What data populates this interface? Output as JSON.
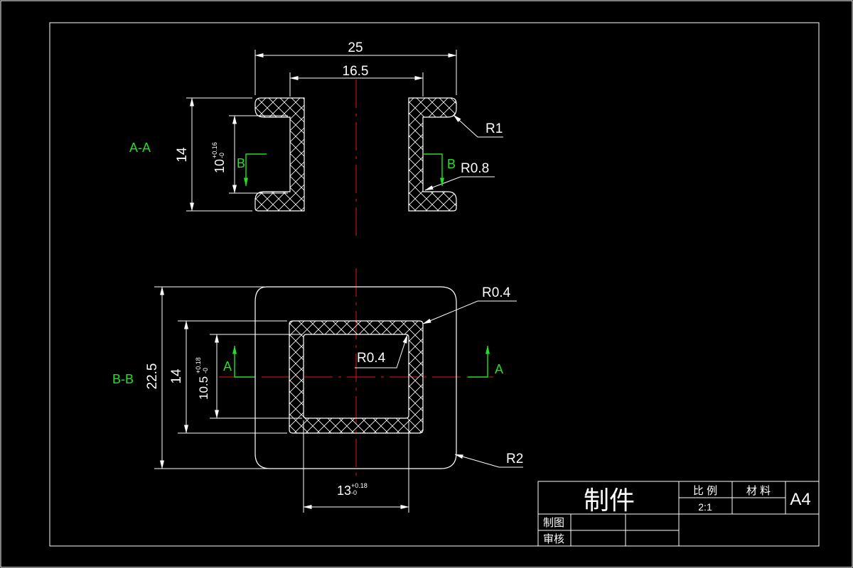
{
  "colors": {
    "background": "#000000",
    "lines": "#ffffff",
    "centerline": "#e01818",
    "section_label": "#22e022"
  },
  "view_aa": {
    "label": "A-A",
    "dim_width_outer": "25",
    "dim_width_inner": "16.5",
    "dim_height": "14",
    "dim_slot": "10",
    "dim_slot_tol_upper": "+0.16",
    "dim_slot_tol_lower": "-0",
    "radius_outer": "R1",
    "radius_slot": "R0.8",
    "cut_mark": "B"
  },
  "view_bb": {
    "label": "B-B",
    "dim_height_outer": "22.5",
    "dim_height_mid": "14",
    "dim_inner": "10.5",
    "dim_inner_tol_upper": "+0.18",
    "dim_inner_tol_lower": "-0",
    "dim_width": "13",
    "dim_width_tol_upper": "+0.18",
    "dim_width_tol_lower": "-0",
    "radius_outer_corner": "R0.4",
    "radius_inner_corner": "R0.4",
    "radius_flange": "R2",
    "cut_mark": "A"
  },
  "title_block": {
    "part_name": "制件",
    "scale_label": "比 例",
    "material_label": "材 料",
    "scale_value": "2:1",
    "sheet_size": "A4",
    "drawn_by_label": "制图",
    "checked_by_label": "审核"
  }
}
